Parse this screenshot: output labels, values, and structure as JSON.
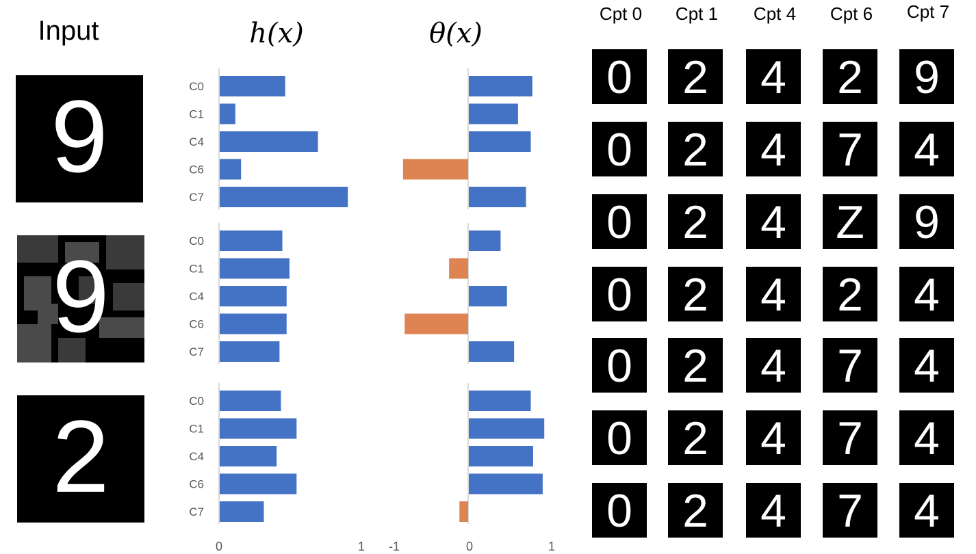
{
  "headings": {
    "input": "Input",
    "h": "h(x)",
    "theta": "θ(x)"
  },
  "colors": {
    "positive": "#4472c4",
    "negative": "#dd8452",
    "axis": "#d9d9d9",
    "label": "#595959"
  },
  "inputs": [
    {
      "digit": "9",
      "noisy": false
    },
    {
      "digit": "9",
      "noisy": true
    },
    {
      "digit": "2",
      "noisy": false
    }
  ],
  "chart_data": [
    {
      "type": "bar",
      "orientation": "horizontal",
      "title": "h(x)",
      "xlim": [
        0,
        1
      ],
      "xticks": [
        "0",
        "1"
      ],
      "categories": [
        "C0",
        "C1",
        "C4",
        "C6",
        "C7"
      ],
      "series": [
        {
          "values": [
            0.46,
            0.11,
            0.69,
            0.15,
            0.9
          ]
        },
        {
          "values": [
            0.44,
            0.49,
            0.47,
            0.47,
            0.42
          ]
        },
        {
          "values": [
            0.43,
            0.54,
            0.4,
            0.54,
            0.31
          ]
        }
      ]
    },
    {
      "type": "bar",
      "orientation": "horizontal",
      "title": "θ(x)",
      "xlim": [
        -1,
        1
      ],
      "xticks": [
        "-1",
        "0",
        "1"
      ],
      "categories": [
        "C0",
        "C1",
        "C4",
        "C6",
        "C7"
      ],
      "series": [
        {
          "values": [
            0.8,
            0.62,
            0.78,
            -0.82,
            0.72
          ]
        },
        {
          "values": [
            0.4,
            -0.24,
            0.48,
            -0.8,
            0.57
          ]
        },
        {
          "values": [
            0.78,
            0.95,
            0.81,
            0.93,
            -0.11
          ]
        }
      ]
    }
  ],
  "concepts": {
    "columns": [
      {
        "label": "Cpt 0",
        "digits": [
          "0",
          "0",
          "0",
          "0",
          "0",
          "0",
          "0"
        ]
      },
      {
        "label": "Cpt 1",
        "digits": [
          "2",
          "2",
          "2",
          "2",
          "2",
          "2",
          "2"
        ]
      },
      {
        "label": "Cpt 4",
        "digits": [
          "4",
          "4",
          "4",
          "4",
          "4",
          "4",
          "4"
        ]
      },
      {
        "label": "Cpt 6",
        "digits": [
          "2",
          "7",
          "Z",
          "2",
          "7",
          "7",
          "7"
        ]
      },
      {
        "label": "Cpt 7",
        "digits": [
          "9",
          "4",
          "9",
          "4",
          "4",
          "4",
          "4"
        ]
      }
    ]
  }
}
